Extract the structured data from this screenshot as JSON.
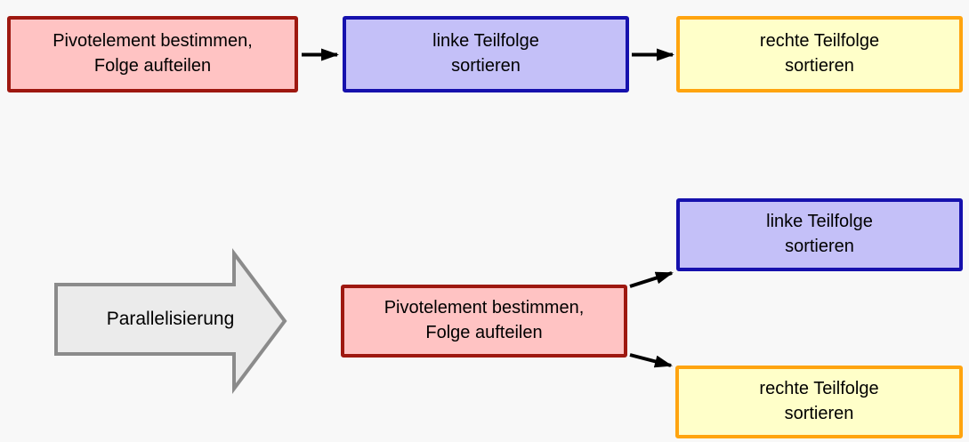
{
  "colors": {
    "background": "#f8f8f8",
    "pivot_fill": "#ffc3c3",
    "pivot_border": "#9e1810",
    "left_fill": "#c4c0f8",
    "left_border": "#1611ad",
    "right_fill": "#ffffc9",
    "right_border": "#ffa40f",
    "connector": "#000000",
    "big_arrow_fill": "#ebebeb",
    "big_arrow_border": "#8b8b8b"
  },
  "sequential_flow": {
    "pivot_label": "Pivotelement bestimmen,\nFolge aufteilen",
    "left_label": "linke Teilfolge\nsortieren",
    "right_label": "rechte Teilfolge\nsortieren"
  },
  "transform": {
    "label": "Parallelisierung"
  },
  "parallel_flow": {
    "pivot_label": "Pivotelement bestimmen,\nFolge aufteilen",
    "left_label": "linke Teilfolge\nsortieren",
    "right_label": "rechte Teilfolge\nsortieren"
  }
}
